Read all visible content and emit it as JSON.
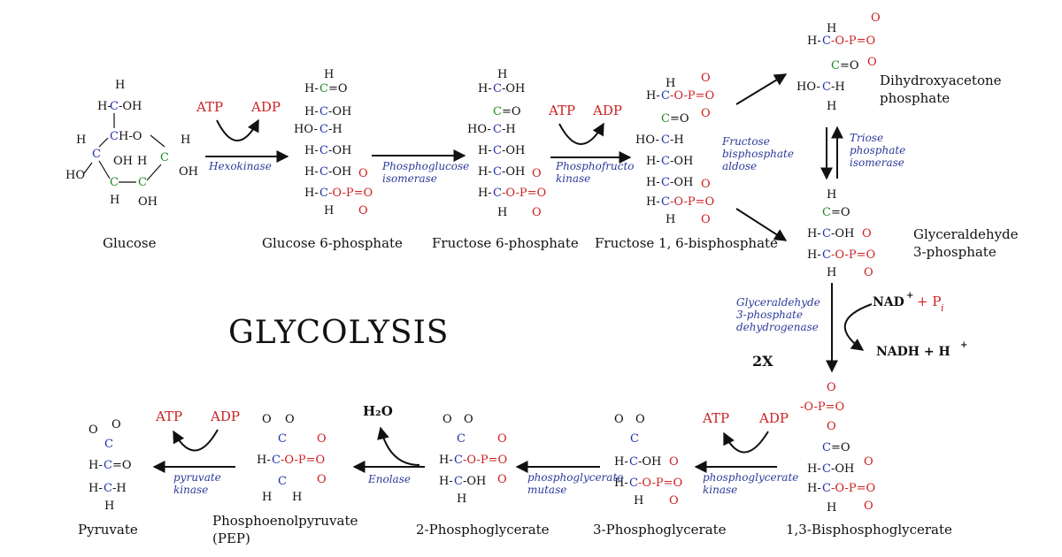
{
  "title": "GLYCOLYSIS",
  "multiplier": "2X",
  "molecules": {
    "glucose": "Glucose",
    "g6p": "Glucose 6-phosphate",
    "f6p": "Fructose 6-phosphate",
    "f16bp": "Fructose 1, 6-bisphosphate",
    "dhap": "Dihydroxyacetone phosphate",
    "g3p": "Glyceraldehyde 3-phosphate",
    "bpg13": "1,3-Bisphosphoglycerate",
    "pg3": "3-Phosphoglycerate",
    "pg2": "2-Phosphoglycerate",
    "pep": "Phosphoenolpyruvate (PEP)",
    "pyruvate": "Pyruvate"
  },
  "enzymes": {
    "hexokinase": "Hexokinase",
    "pgi": "Phosphoglucose isomerase",
    "pfk": "Phosphofructo kinase",
    "aldolase": "Fructose bisphosphate aldose",
    "tpi": "Triose phosphate isomerase",
    "gapdh": "Glyceraldehyde 3-phosphate dehydrogenase",
    "pgk": "phosphoglycerate kinase",
    "pgm": "phosphoglycerate mutase",
    "enolase": "Enolase",
    "pk": "pyruvate kinase"
  },
  "cofactors": {
    "atp": "ATP",
    "adp": "ADP",
    "nad": "NAD",
    "pi": "+ P",
    "nadh": "NADH + H",
    "h2o": "H₂O"
  },
  "colors": {
    "carbon_chain": "#2233aa",
    "carbonyl_carbon": "#228822",
    "phosphate": "#cc2222",
    "enzyme_text": "#2b3a99",
    "text": "#111111"
  }
}
